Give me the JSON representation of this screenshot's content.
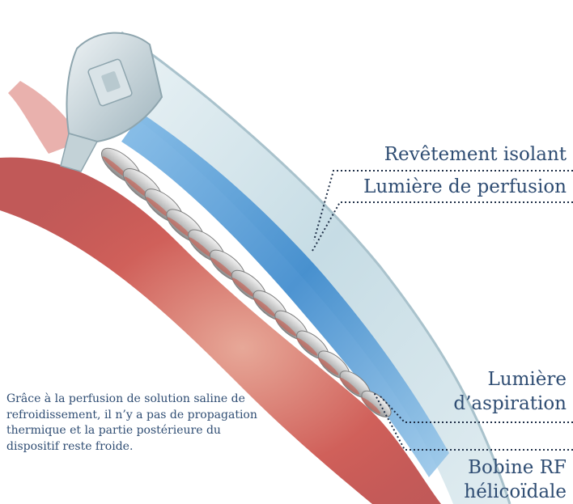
{
  "labels": {
    "insulating_coating": "Revêtement isolant",
    "perfusion_lumen": "Lumière de perfusion",
    "aspiration_lumen_line1": "Lumière",
    "aspiration_lumen_line2": "d’aspiration",
    "coil_line1": "Bobine RF",
    "coil_line2": "hélicoïdale"
  },
  "note": "Grâce à la perfusion de solution saline de refroidissement, il n’y a pas de propagation thermique et la partie postérieure du dispositif reste froide.",
  "colors": {
    "text": "#2f4d73",
    "leader": "#1f2f47",
    "tissue": "#c9504a",
    "sheath": "#c8dde6",
    "saline": "#3d8fd1",
    "coil": "#b9b9b9"
  }
}
